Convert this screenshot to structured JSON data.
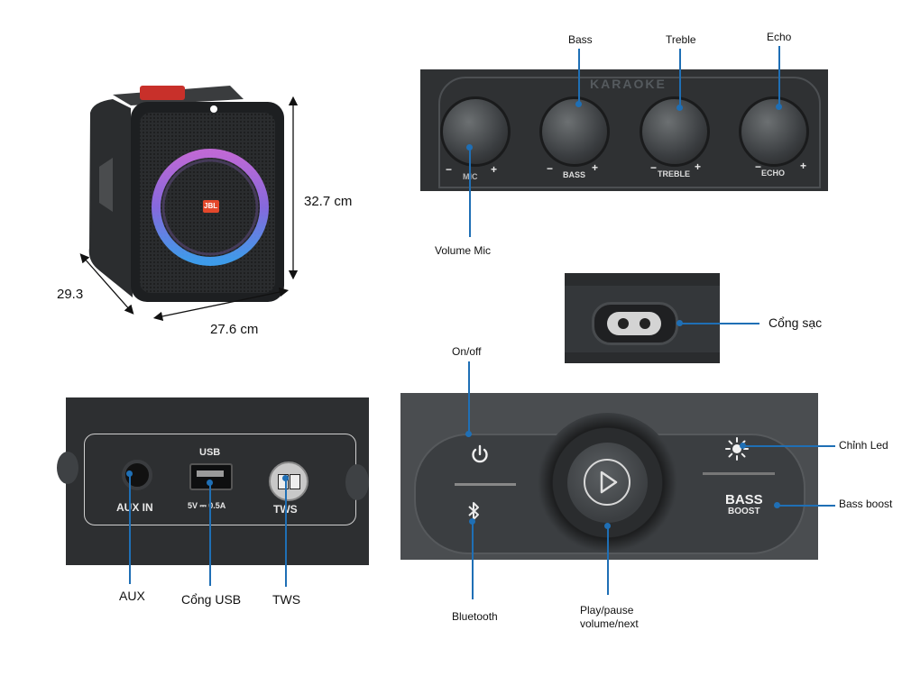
{
  "dimensions": {
    "height": "32.7 cm",
    "depth": "29.3",
    "width": "27.6 cm"
  },
  "speaker": {
    "logo": "JBL"
  },
  "karaoke_panel": {
    "brand": "KARAOKE",
    "knobs": [
      "MIC",
      "BASS",
      "TREBLE",
      "ECHO"
    ],
    "minus": "−",
    "plus": "+"
  },
  "callouts": {
    "bass": "Bass",
    "treble": "Treble",
    "echo": "Echo",
    "volume_mic": "Volume Mic",
    "charging_port": "Cổng sạc",
    "on_off": "On/off",
    "led": "Chỉnh Led",
    "bass_boost": "Bass boost",
    "bluetooth": "Bluetooth",
    "play_line1": "Play/pause",
    "play_line2": "volume/next",
    "aux": "AUX",
    "usb_port": "Cổng USB",
    "tws": "TWS"
  },
  "ports_panel": {
    "aux_label": "AUX IN",
    "usb_label": "USB",
    "usb_spec": "5V ⎓ 0.5A",
    "tws_label": "TWS"
  },
  "control_panel": {
    "bass_label": "BASS",
    "boost_label": "BOOST"
  },
  "colors": {
    "callout_line": "#1f6fb5",
    "panel_dark": "#3a3d40",
    "ring_top": "#c060e0",
    "ring_bottom": "#40a0ff"
  }
}
